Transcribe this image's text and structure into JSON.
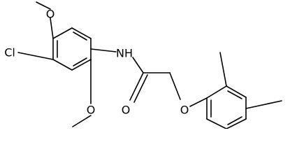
{
  "molecule": {
    "atoms": {
      "cl": "Cl",
      "nh": "NH",
      "o_carbonyl": "O",
      "o_ether": "O",
      "o_methoxy_top": "O",
      "o_methoxy_bottom": "O"
    }
  }
}
